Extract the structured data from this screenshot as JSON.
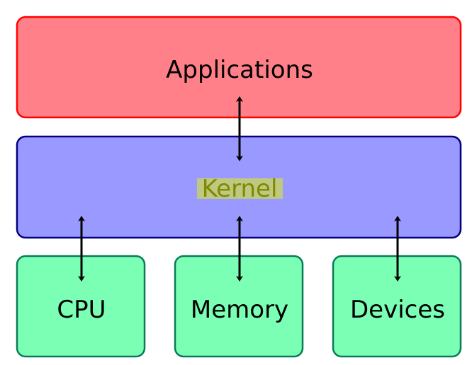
{
  "diagram": {
    "layers": {
      "applications": {
        "label": "Applications",
        "fill": "#ff8088",
        "stroke": "#ff0000"
      },
      "kernel": {
        "label": "Kernel",
        "fill": "#9999ff",
        "stroke": "#000080",
        "text_color": "#7f8a00",
        "highlight": "#bfc880"
      },
      "hardware": [
        {
          "label": "CPU",
          "fill": "#7affb4",
          "stroke": "#0b7a5a"
        },
        {
          "label": "Memory",
          "fill": "#7affb4",
          "stroke": "#0b7a5a"
        },
        {
          "label": "Devices",
          "fill": "#7affb4",
          "stroke": "#0b7a5a"
        }
      ]
    },
    "connections": [
      {
        "from": "Applications",
        "to": "Kernel",
        "type": "bidirectional"
      },
      {
        "from": "Kernel",
        "to": "CPU",
        "type": "bidirectional"
      },
      {
        "from": "Kernel",
        "to": "Memory",
        "type": "bidirectional"
      },
      {
        "from": "Kernel",
        "to": "Devices",
        "type": "bidirectional"
      }
    ]
  }
}
